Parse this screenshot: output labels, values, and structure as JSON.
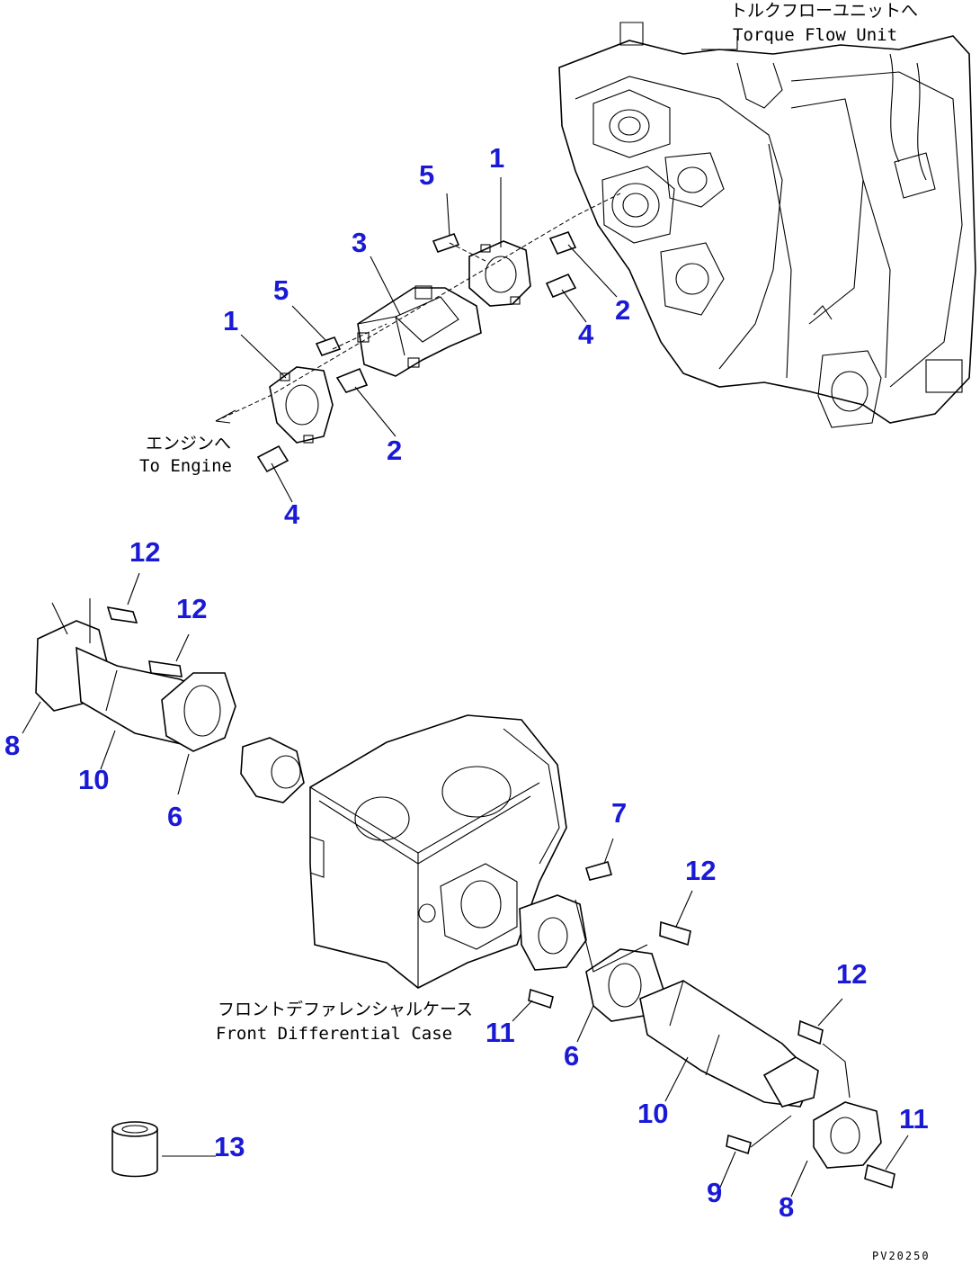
{
  "captions": {
    "torque_flow_jp": "トルクフローユニットへ",
    "torque_flow_en": "Torque Flow Unit",
    "engine_jp": "エンジンへ",
    "engine_en": "To Engine",
    "diff_case_jp": "フロントデファレンシャルケース",
    "diff_case_en": "Front Differential Case"
  },
  "drawing_code": "PV20250",
  "callouts": {
    "c1a": "1",
    "c1b": "1",
    "c2a": "2",
    "c2b": "2",
    "c3": "3",
    "c4a": "4",
    "c4b": "4",
    "c5a": "5",
    "c5b": "5",
    "c6a": "6",
    "c6b": "6",
    "c7": "7",
    "c8a": "8",
    "c8b": "8",
    "c9": "9",
    "c10a": "10",
    "c10b": "10",
    "c11a": "11",
    "c11b": "11",
    "c12a": "12",
    "c12b": "12",
    "c12c": "12",
    "c12d": "12",
    "c13": "13"
  },
  "colors": {
    "callout": "#1a1ad6",
    "line": "#000000",
    "background": "#ffffff"
  }
}
